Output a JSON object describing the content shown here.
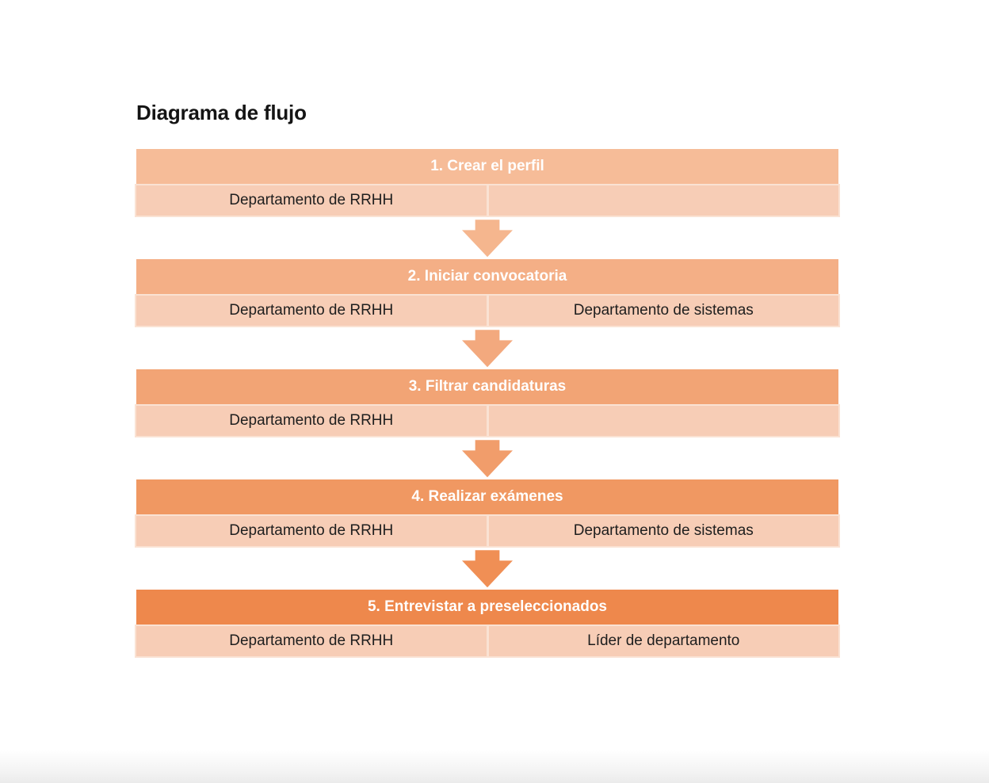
{
  "page": {
    "title": "Diagrama de flujo",
    "background_color": "#FFFFFF"
  },
  "flow": {
    "header_text_color": "#FFFFFF",
    "cell_text_color": "#1E1E1E",
    "cell_background_color": "#F7CDB6",
    "cell_border_color": "#FAE2D3",
    "steps": [
      {
        "title": "1. Crear el perfil",
        "header_color": "#F6BC98",
        "left_cell": "Departamento de RRHH",
        "right_cell": ""
      },
      {
        "title": "2. Iniciar convocatoria",
        "header_color": "#F4AF86",
        "left_cell": "Departamento de RRHH",
        "right_cell": "Departamento de sistemas"
      },
      {
        "title": "3. Filtrar candidaturas",
        "header_color": "#F2A475",
        "left_cell": "Departamento de RRHH",
        "right_cell": ""
      },
      {
        "title": "4. Realizar exámenes",
        "header_color": "#F09862",
        "left_cell": "Departamento de RRHH",
        "right_cell": "Departamento de sistemas"
      },
      {
        "title": "5. Entrevistar a preseleccionados",
        "header_color": "#EE884C",
        "left_cell": "Departamento de RRHH",
        "right_cell": "Líder de departamento"
      }
    ],
    "arrow_colors": [
      "#F5B68E",
      "#F3A97E",
      "#F19D6B",
      "#F08F55"
    ]
  }
}
